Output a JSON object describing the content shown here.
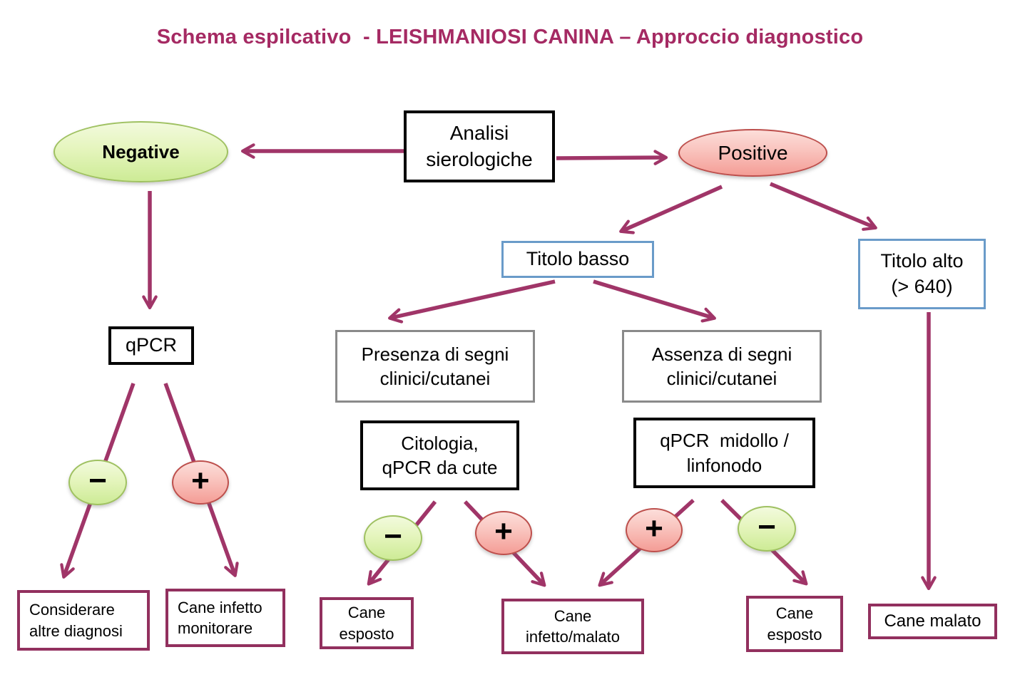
{
  "title": "Schema espilcativo  - LEISHMANIOSI CANINA – Approccio diagnostico",
  "colors": {
    "title_text": "#a52a63",
    "arrow": "#a03568",
    "outcome_box_border": "#92305e",
    "titolo_box_border": "#6a9bc9",
    "segni_box_border": "#8a8a8a",
    "test_box_border": "#000000",
    "negative_fill_top": "#f2fadd",
    "negative_fill_bottom": "#cdeb96",
    "negative_border": "#9fc161",
    "positive_fill_top": "#fcdeda",
    "positive_fill_bottom": "#f49d96",
    "positive_border": "#bd4f4c"
  },
  "nodes": {
    "negative": {
      "label": "Negative"
    },
    "analisi": {
      "line1": "Analisi",
      "line2": "sierologiche"
    },
    "positive": {
      "label": "Positive"
    },
    "titolo_basso": {
      "label": "Titolo basso"
    },
    "titolo_alto": {
      "line1": "Titolo alto",
      "line2": "(> 640)"
    },
    "qpcr": {
      "label": "qPCR"
    },
    "presenza": {
      "line1": "Presenza di segni",
      "line2": "clinici/cutanei"
    },
    "assenza": {
      "line1": "Assenza di segni",
      "line2": "clinici/cutanei"
    },
    "citologia": {
      "line1": "Citologia,",
      "line2": "qPCR da cute"
    },
    "qpcr_midollo": {
      "line1": "qPCR  midollo /",
      "line2": "linfonodo"
    },
    "considerare": {
      "line1": "Considerare",
      "line2": "altre diagnosi"
    },
    "cane_infetto_monitorare": {
      "line1": "Cane infetto",
      "line2": "monitorare"
    },
    "cane_esposto_left": {
      "line1": "Cane",
      "line2": "esposto"
    },
    "cane_infetto_malato": {
      "line1": "Cane",
      "line2": "infetto/malato"
    },
    "cane_esposto_right": {
      "line1": "Cane",
      "line2": "esposto"
    },
    "cane_malato": {
      "label": "Cane malato"
    }
  },
  "signs": {
    "minus": "−",
    "plus": "+"
  }
}
